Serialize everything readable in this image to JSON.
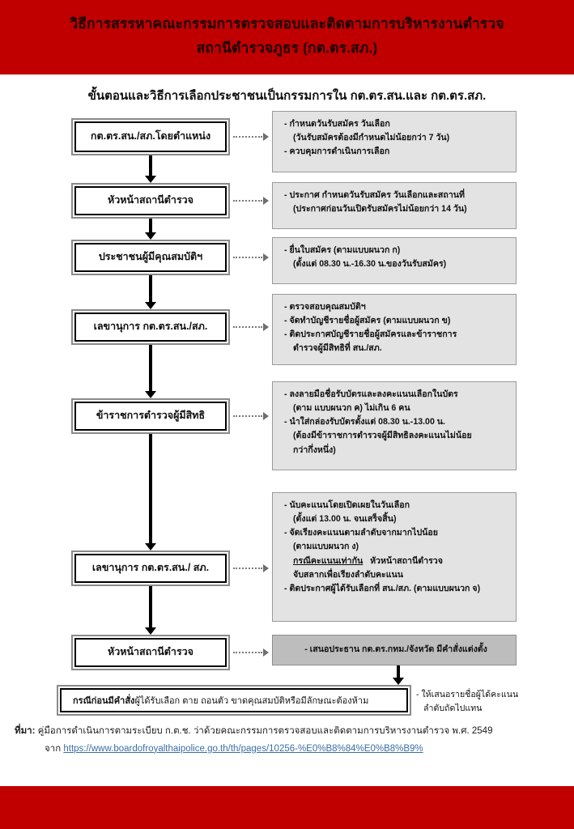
{
  "header": {
    "title_line1": "วิธีการสรรหาคณะกรรมการตรวจสอบและติดตามการบริหารงานตำรวจ",
    "title_line2": "สถานีตำรวจภูธร (กต.ตร.สภ.)",
    "bg_color": "#c00000"
  },
  "subtitle": "ขั้นตอนและวิธีการเลือกประชาชนเป็นกรรมการใน กต.ตร.สน.และ กต.ตร.สภ.",
  "process_boxes": [
    {
      "label": "กต.ตร.สน./สภ.โดยตำแหน่ง"
    },
    {
      "label": "หัวหน้าสถานีตำรวจ"
    },
    {
      "label": "ประชาชนผู้มีคุณสมบัติฯ"
    },
    {
      "label": "เลขานุการ กต.ตร.สน./สภ."
    },
    {
      "label": "ข้าราชการตำรวจผู้มีสิทธิ"
    },
    {
      "label": "เลขานุการ กต.ตร.สน./ สภ."
    },
    {
      "label": "หัวหน้าสถานีตำรวจ"
    }
  ],
  "info_boxes": [
    {
      "lines": [
        {
          "text": "-  กำหนดวันรับสมัคร วันเลือก",
          "bold": true
        },
        {
          "text": "(วันรับสมัครต้องมีกำหนดไม่น้อยกว่า 7 วัน)",
          "bold": true,
          "indent": true
        },
        {
          "text": "-  ควบคุมการดำเนินการเลือก",
          "bold": true
        }
      ]
    },
    {
      "lines": [
        {
          "text": "-  ประกาศ กำหนดวันรับสมัคร วันเลือกและสถานที่",
          "bold": true
        },
        {
          "text": "(ประกาศก่อนวันเปิดรับสมัครไม่น้อยกว่า 14 วัน)",
          "bold": true,
          "indent": true
        }
      ]
    },
    {
      "lines": [
        {
          "text": "-  ยื่นใบสมัคร (ตามแบบผนวก ก)",
          "bold": true
        },
        {
          "text": "(ตั้งแต่ 08.30 น.-16.30 น.ของวันรับสมัคร)",
          "bold": true,
          "indent": true
        }
      ]
    },
    {
      "lines": [
        {
          "text": "-  ตรวจสอบคุณสมบัติฯ",
          "bold": true
        },
        {
          "text": "-  จัดทำบัญชีรายชื่อผู้สมัคร (ตามแบบผนวก ข)",
          "bold": true
        },
        {
          "text": "-  ติดประกาศบัญชีรายชื่อผู้สมัครและข้าราชการ",
          "bold": true
        },
        {
          "text": "ตำรวจผู้มีสิทธิที่ สน./สภ.",
          "bold": true,
          "indent": true
        }
      ]
    },
    {
      "lines": [
        {
          "text": "-  ลงลายมือชื่อรับบัตรและลงคะแนนเลือกในบัตร",
          "bold": true
        },
        {
          "text": "(ตาม แบบผนวก ค) ไม่เกิน 6  คน",
          "bold": true,
          "indent": true
        },
        {
          "text": "-  นำใส่กล่องรับบัตรตั้งแต่ 08.30 น.-13.00 น.",
          "bold": true
        },
        {
          "text": "(ต้องมีข้าราชการตำรวจผู้มีสิทธิลงคะแนนไม่น้อย",
          "bold": true,
          "indent": true
        },
        {
          "text": "กว่ากึ่งหนึ่ง)",
          "bold": true,
          "indent": true
        }
      ]
    },
    {
      "lines": [
        {
          "text": "-  นับคะแนนโดยเปิดเผยในวันเลือก",
          "bold": true
        },
        {
          "text": "(ตั้งแต่ 13.00 น. จนเสร็จสิ้น)",
          "bold": true,
          "indent": true
        },
        {
          "text": "-  จัดเรียงคะแนนตามลำดับจากมากไปน้อย",
          "bold": true
        },
        {
          "text": "(ตามแบบผนวก ง)",
          "bold": true,
          "indent": true
        },
        {
          "text": "กรณีคะแนนเท่ากัน   หัวหน้าสถานีตำรวจ",
          "bold": true,
          "indent": true,
          "underline_prefix": "กรณีคะแนนเท่ากัน"
        },
        {
          "text": "จับสลากเพื่อเรียงลำดับคะแนน",
          "bold": true,
          "indent": true
        },
        {
          "text": "-  ติดประกาศผู้ได้รับเลือกที่ สน./สภ. (ตามแบบผนวก จ)",
          "bold": true
        }
      ]
    },
    {
      "dark": true,
      "lines": [
        {
          "text": "-  เสนอประธาน กต.ตร.กทม./จังหวัด มีคำสั่งแต่งตั้ง",
          "bold": true,
          "center": true
        }
      ]
    }
  ],
  "wide_box": {
    "bold_prefix": "กรณีก่อนมีคำสั่ง",
    "rest": " ผู้ได้รับเลือก ตาย ถอนตัว ขาดคุณสมบัติหรือมีลักษณะต้องห้าม"
  },
  "wide_note": {
    "line1": "-  ให้เสนอรายชื่อผู้ได้คะแนน",
    "line2": "ลำดับถัดไปแทน"
  },
  "source": {
    "label": "ที่มา:",
    "text": " คู่มือการดำเนินการตามระเบียบ  ก.ต.ช.  ว่าด้วยคณะกรรมการตรวจสอบและติดตามการบริหารงานตำรวจ  พ.ศ.  2549",
    "from_label": "จาก ",
    "url": "https://www.boardofroyalthaipolice.go.th/th/pages/10256-%E0%B8%84%E0%B8%B9%"
  }
}
